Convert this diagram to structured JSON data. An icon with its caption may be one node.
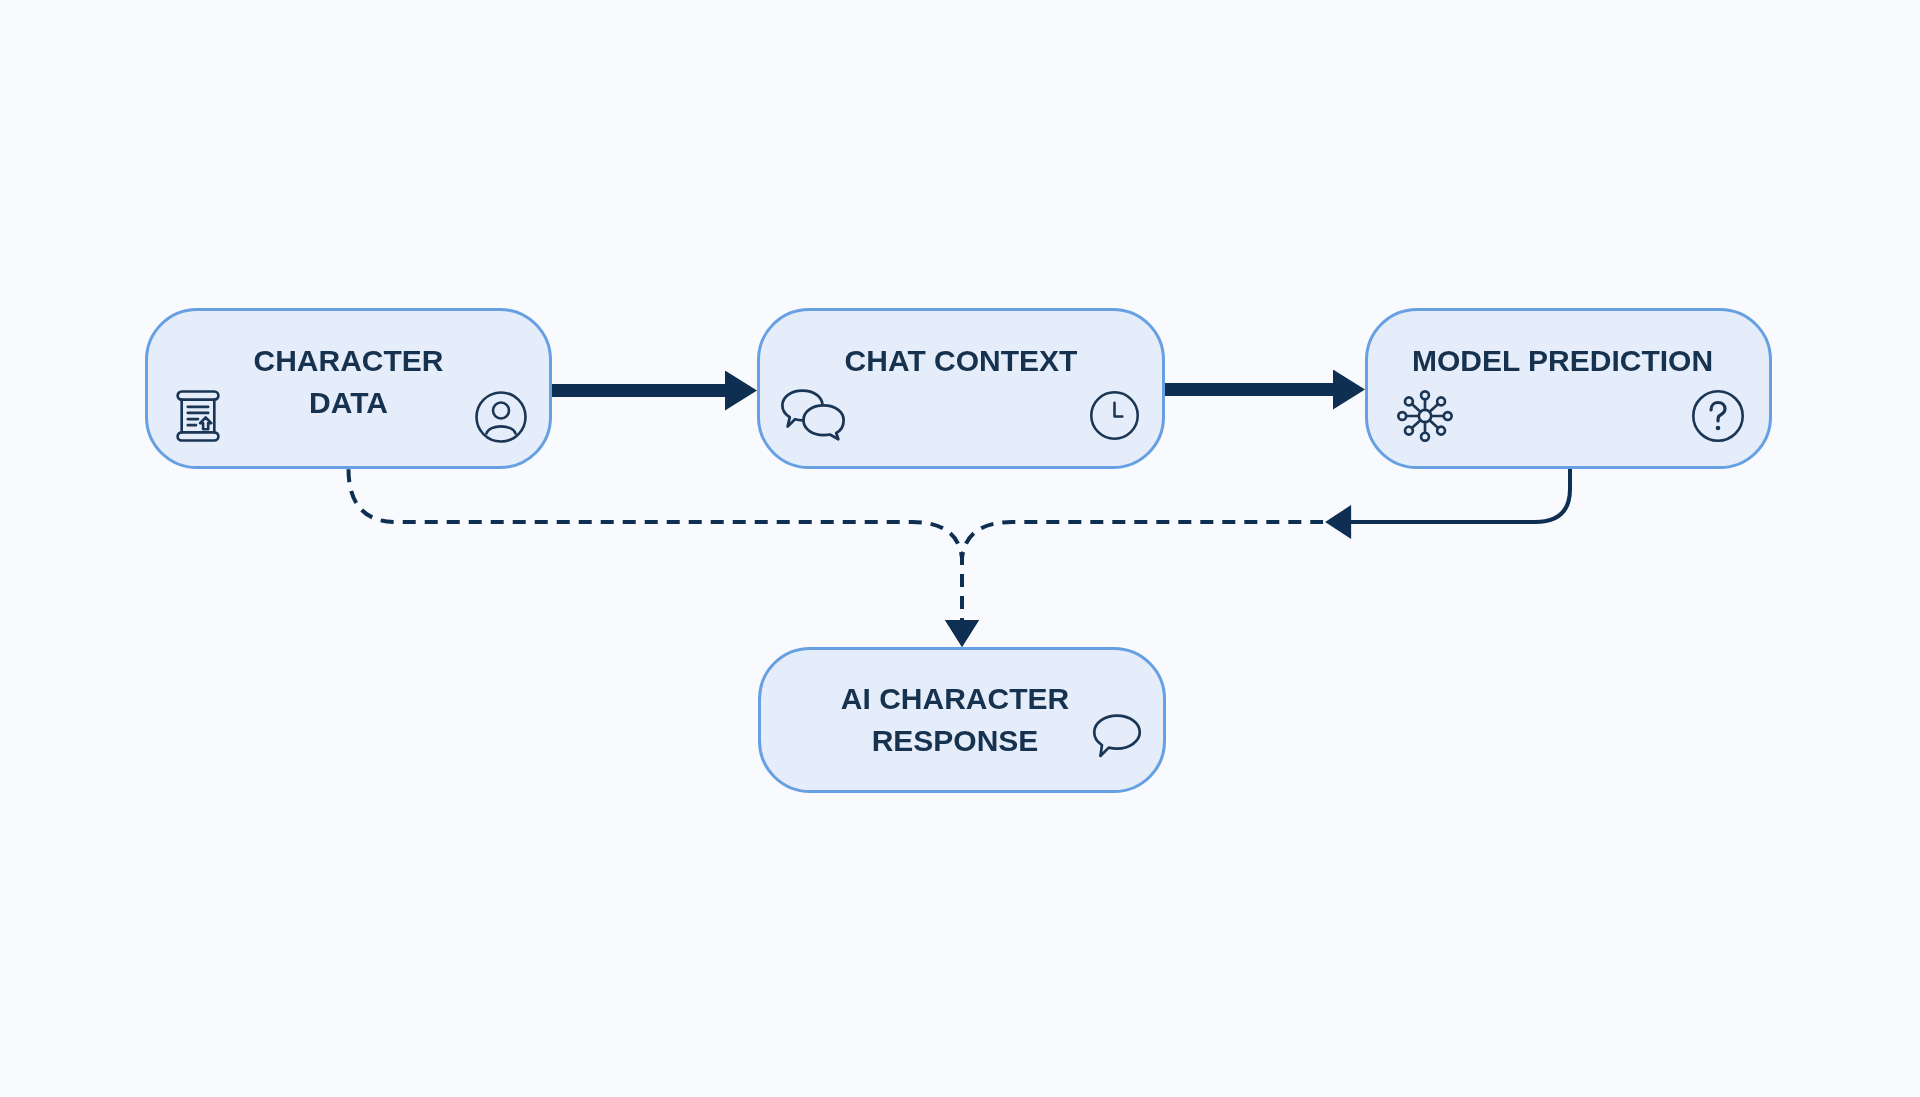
{
  "diagram": {
    "nodes": [
      {
        "text": [
          "CHARACTER DATA"
        ]
      },
      {
        "text": [
          "CHAT CONTEXT"
        ]
      },
      {
        "text": [
          "MODEL PREDICTION"
        ]
      },
      {
        "text": [
          "AI CHARACTER RESPONSE"
        ]
      }
    ],
    "edges": [
      {
        "from": 0,
        "to": 1,
        "arrow": "to",
        "style": "thick"
      },
      {
        "from": 1,
        "to": 2,
        "arrow": "to",
        "style": "thick"
      },
      {
        "from": 0,
        "to": 3,
        "arrow": "to",
        "style": "dashed"
      },
      {
        "from": 2,
        "to": 3,
        "arrow": "to",
        "style": "dashed"
      }
    ]
  }
}
